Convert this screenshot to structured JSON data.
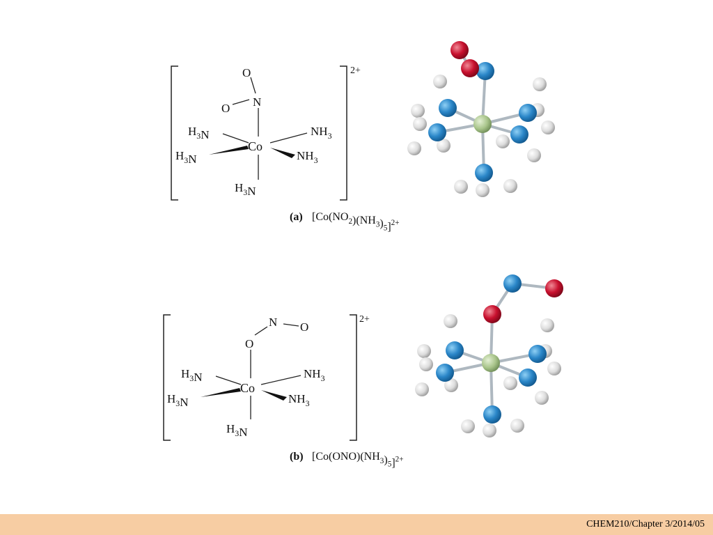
{
  "structure_a": {
    "charge": "2+",
    "nitro_o_top": "O",
    "nitro_o_left": "O",
    "nitro_n": "N",
    "cobalt": "Co",
    "ligand_upper_left": "H3N",
    "ligand_upper_right": "NH3",
    "ligand_lower_left": "H3N",
    "ligand_lower_right": "NH3",
    "ligand_bottom": "H3N",
    "caption_tag": "(a)",
    "caption_formula": "[Co(NO2)(NH3)5]2+"
  },
  "structure_b": {
    "charge": "2+",
    "nitrito_n": "N",
    "nitrito_o_terminal": "O",
    "nitrito_o_bridge": "O",
    "cobalt": "Co",
    "ligand_upper_left": "H3N",
    "ligand_upper_right": "NH3",
    "ligand_lower_left": "H3N",
    "ligand_lower_right": "NH3",
    "ligand_bottom": "H3N",
    "caption_tag": "(b)",
    "caption_formula": "[Co(ONO)(NH3)5]2+"
  },
  "atom_colors": {
    "cobalt": "#a8c48a",
    "nitrogen": "#2a86c8",
    "oxygen": "#c8102e",
    "hydrogen": "#dcdcdc"
  },
  "footer": {
    "background": "#f7cda3",
    "text": "CHEM210/Chapter 3/2014/05"
  }
}
